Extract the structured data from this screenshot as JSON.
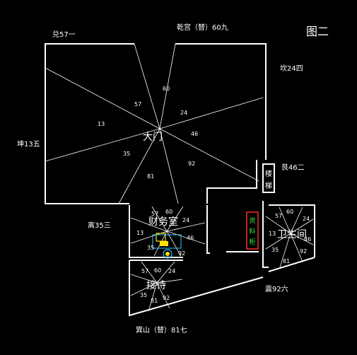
{
  "diagram": {
    "title": "图二",
    "directions": {
      "top_left": "兑57一",
      "top": "乾宫（替）60九",
      "right_top": "坎24四",
      "left": "坤13五",
      "right_mid": "艮46二",
      "mid_left": "离35三",
      "bottom_right": "震92六",
      "bottom": "巽山（替）81七"
    },
    "room_labels": {
      "main_center": "大门",
      "finance": "财务室",
      "reception": "接待",
      "bathroom": "卫生间",
      "stairs": "楼梯",
      "cabinet": "资料柜"
    },
    "main_numbers": [
      "60",
      "57",
      "24",
      "13",
      "46",
      "35",
      "92",
      "81"
    ],
    "finance_numbers": [
      "57",
      "60",
      "24",
      "13",
      "46",
      "35",
      "92"
    ],
    "reception_numbers": [
      "57",
      "60",
      "24",
      "35",
      "92",
      "81"
    ],
    "bath_numbers": [
      "57",
      "60",
      "24",
      "13",
      "46",
      "35",
      "92",
      "81"
    ],
    "colors": {
      "walls": "#ffffff",
      "cabinet": "#ff2a2a",
      "cabinet_text": "#2ee82e",
      "desk": "#ffe400",
      "chair": "#35c6ff"
    }
  }
}
